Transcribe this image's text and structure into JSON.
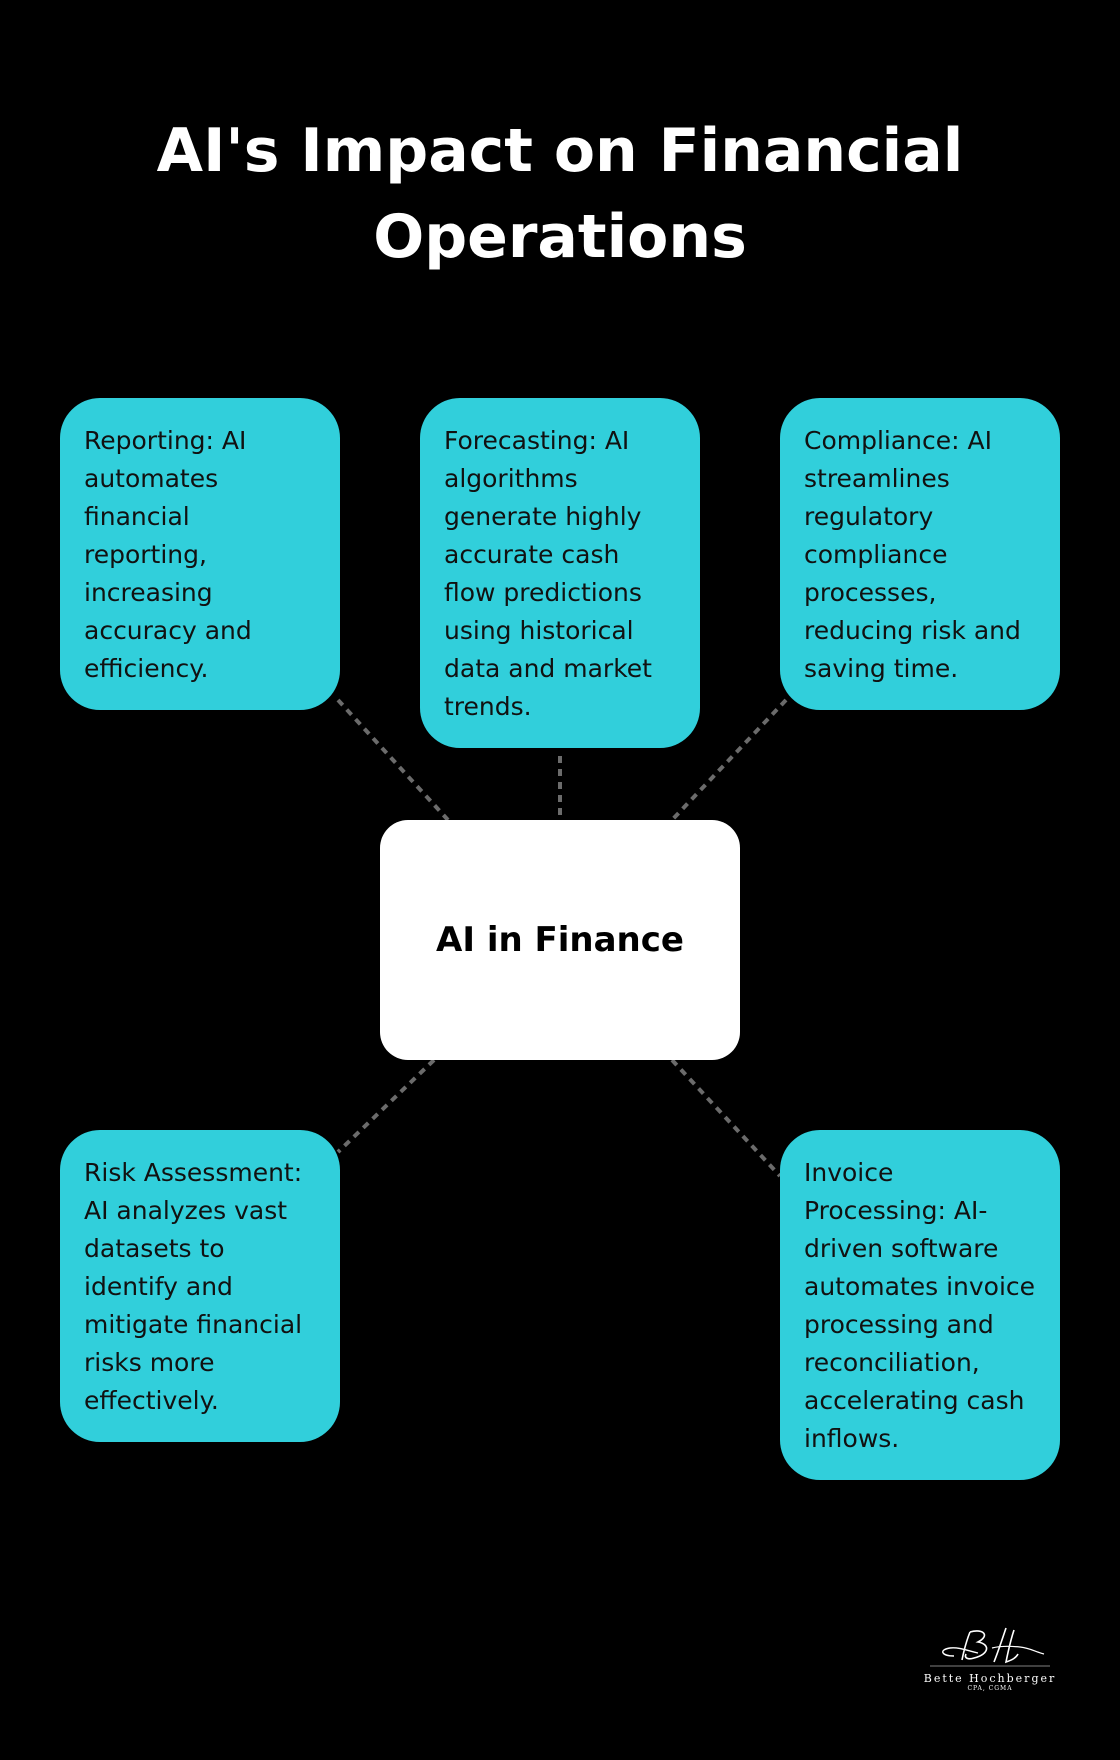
{
  "title": {
    "line1": "AI's Impact on Financial",
    "line2": "Operations"
  },
  "center_node": {
    "label": "AI in Finance"
  },
  "nodes": [
    {
      "text": "Reporting: AI automates financial reporting, increasing accuracy and efficiency."
    },
    {
      "text": "Forecasting: AI algorithms generate highly accurate cash flow predictions using historical data and market trends."
    },
    {
      "text": "Compliance: AI streamlines regulatory compliance processes, reducing risk and saving time."
    },
    {
      "text": "Risk Assessment: AI analyzes vast datasets to identify and mitigate financial risks more effectively."
    },
    {
      "text": "Invoice Processing: AI-driven software automates invoice processing and reconciliation, accelerating cash inflows."
    }
  ],
  "logo": {
    "name": "Bette Hochberger",
    "credentials": "CPA, CGMA"
  },
  "colors": {
    "background": "#000000",
    "node_fill": "#31cfdb",
    "center_fill": "#ffffff",
    "connector": "#6b6b6b",
    "title_text": "#ffffff"
  }
}
